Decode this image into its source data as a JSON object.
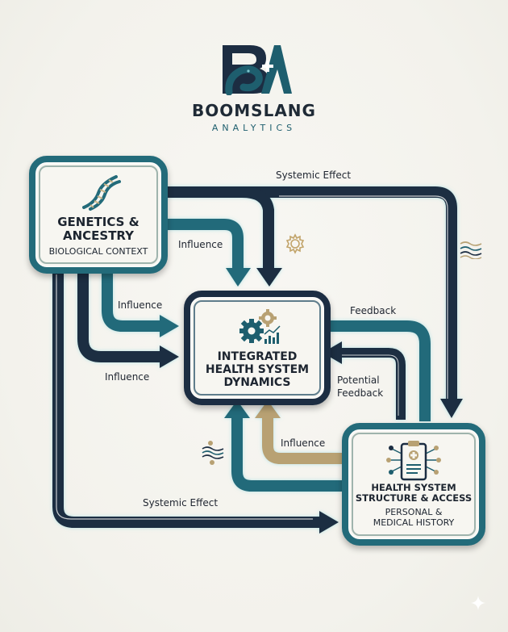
{
  "brand": {
    "logo_letters": "BA",
    "name": "BOOMSLANG",
    "subtitle": "ANALYTICS"
  },
  "nodes": {
    "genetics": {
      "title_line1": "GENETICS &",
      "title_line2": "ANCESTRY",
      "subtitle": "BIOLOGICAL CONTEXT",
      "icon": "dna-icon"
    },
    "integrated": {
      "title_line1": "INTEGRATED",
      "title_line2": "HEALTH SYSTEM",
      "title_line3": "DYNAMICS",
      "icon": "gears-chart-icon"
    },
    "health": {
      "title_line1": "HEALTH SYSTEM",
      "title_line2": "STRUCTURE & ACCESS",
      "subtitle_line1": "PERSONAL &",
      "subtitle_line2": "MEDICAL HISTORY",
      "icon": "clipboard-network-icon"
    }
  },
  "edges": {
    "systemic_effect_top": "Systemic Effect",
    "influence_top": "Influence",
    "influence_mid": "Influence",
    "influence_low": "Influence",
    "feedback": "Feedback",
    "potential_feedback_line1": "Potential",
    "potential_feedback_line2": "Feedback",
    "influence_bottom": "Influence",
    "systemic_effect_bottom": "Systemic Effect"
  },
  "colors": {
    "navy": "#1c2d42",
    "teal": "#236b7a",
    "gold": "#b8a173",
    "background": "#f4f3ee",
    "text": "#1d2530"
  }
}
